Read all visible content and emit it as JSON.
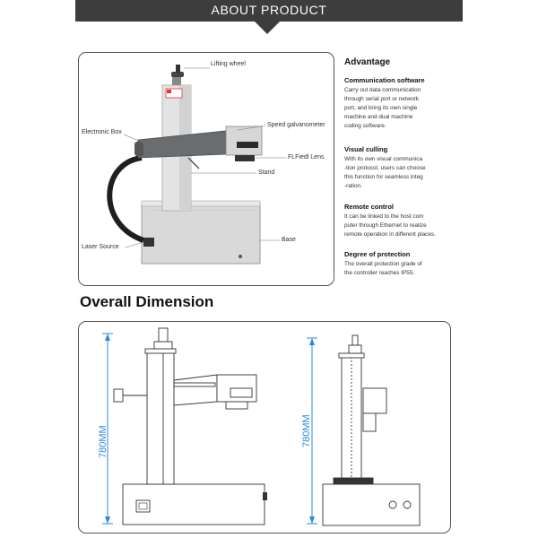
{
  "header": {
    "title": "ABOUT PRODUCT"
  },
  "product_callouts": {
    "lifting_wheel": "Lifting wheel",
    "electronic_box": "Electronic Box",
    "speed_galvanometer": "Speed galvanometer",
    "field_lens": "FLFiedl Lens",
    "stand": "Stand",
    "laser_source": "Laser  Source",
    "base": "Base"
  },
  "advantage": {
    "title": "Advantage",
    "items": [
      {
        "heading": "Communication software",
        "text": "Carry out data communication\nthrough serial port or network\nport, and bring its own single\nmachine and dual machine\ncoding software."
      },
      {
        "heading": "Visual culling",
        "text": "With its own visual communica\n-tion protocol, users can choose\nthis function for seamless integ\n-ration."
      },
      {
        "heading": "Remote control",
        "text": "It can be linked to the host com\nputer through Ethernet to realize\nremote operation in different places."
      },
      {
        "heading": "Degree of protection",
        "text": "The overall protection grade of\nthe controller reaches IP55."
      }
    ]
  },
  "dimension": {
    "title": "Overall Dimension",
    "front_height": "780MM",
    "side_height": "780MM"
  },
  "colors": {
    "banner": "#3d3d3d",
    "dimension_blue": "#2a8ad9"
  }
}
